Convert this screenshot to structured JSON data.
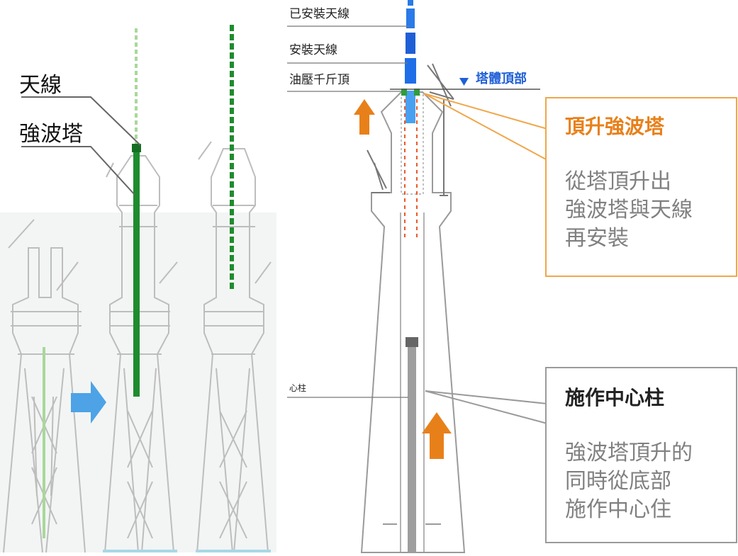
{
  "left_panel": {
    "label_antenna": "天線",
    "label_gain_tower": "強波塔"
  },
  "right_panel": {
    "label_installed_antenna": "已安裝天線",
    "label_install_antenna": "安裝天線",
    "label_hydraulic_jack": "油壓千斤頂",
    "label_tower_top": "塔體頂部",
    "label_core_pillar": "心柱"
  },
  "callouts": {
    "lift": {
      "title": "頂升強波塔",
      "lines": [
        "從塔頂升出",
        "強波塔與天線",
        "再安裝"
      ]
    },
    "core": {
      "title": "施作中心柱",
      "lines": [
        "強波塔頂升的",
        "同時從底部",
        "施作中心住"
      ]
    }
  },
  "colors": {
    "antenna_green": "#1e8c2e",
    "antenna_light_green": "#a8d89a",
    "tower_outline": "#bdbdbd",
    "step_arrow": "#4da3e6",
    "lift_arrow": "#e8801a",
    "installed_antenna": "#1f6ee8",
    "callout_orange": "#f0a64a",
    "callout_gray": "#9a9a9a"
  },
  "icons": {
    "step_arrow": "arrow-right-icon",
    "lift_arrows": "arrow-up-icon",
    "tower_top_marker": "triangle-down-icon"
  }
}
